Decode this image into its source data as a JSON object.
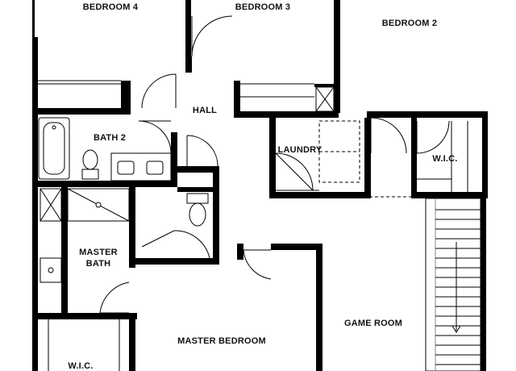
{
  "floorplan": {
    "rooms": {
      "bedroom4": "BEDROOM 4",
      "bedroom3": "BEDROOM 3",
      "bedroom2": "BEDROOM 2",
      "hall": "HALL",
      "bath2": "BATH 2",
      "laundry": "LAUNDRY",
      "wic_right": "W.I.C.",
      "master_bath_line1": "MASTER",
      "master_bath_line2": "BATH",
      "master_bedroom": "MASTER BEDROOM",
      "game_room": "GAME ROOM",
      "wic_left": "W.I.C."
    }
  }
}
